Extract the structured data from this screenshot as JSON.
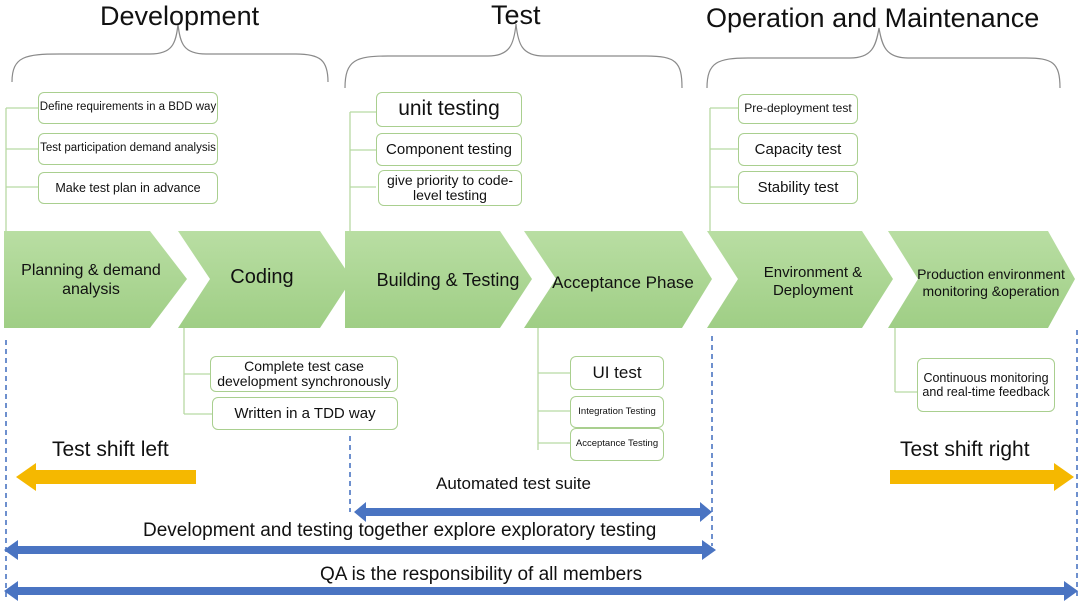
{
  "phases": [
    {
      "title": "Development"
    },
    {
      "title": "Test"
    },
    {
      "title": "Operation and Maintenance"
    }
  ],
  "stages": [
    {
      "label": "Planning & demand analysis"
    },
    {
      "label": "Coding"
    },
    {
      "label": "Building & Testing"
    },
    {
      "label": "Acceptance Phase"
    },
    {
      "label": "Environment & Deployment"
    },
    {
      "label": "Production environment monitoring &operation"
    }
  ],
  "development_items": [
    "Define requirements in a BDD way",
    "Test participation demand analysis",
    "Make test plan in advance"
  ],
  "test_items": [
    "unit testing",
    "Component testing",
    "give priority to code-level testing"
  ],
  "operation_items": [
    "Pre-deployment test",
    "Capacity test",
    "Stability test"
  ],
  "coding_items": [
    "Complete test case development synchronously",
    "Written in a TDD way"
  ],
  "acceptance_items": [
    "UI test",
    "Integration Testing",
    "Acceptance Testing"
  ],
  "monitoring_items": [
    "Continuous monitoring and real-time feedback"
  ],
  "shift_left": {
    "label": "Test shift left",
    "color": "#f5b800"
  },
  "shift_right": {
    "label": "Test shift right",
    "color": "#f5b800"
  },
  "spans": [
    {
      "label": "Automated test suite"
    },
    {
      "label": "Development and testing together explore exploratory testing"
    },
    {
      "label": "QA is the responsibility of all members"
    }
  ],
  "colors": {
    "chevron_fill": "#a6d48b",
    "box_border": "#a9cf8f",
    "connector": "#b8d9a3",
    "span_arrow": "#4a74c2",
    "dashed_line": "#4a74c2"
  }
}
